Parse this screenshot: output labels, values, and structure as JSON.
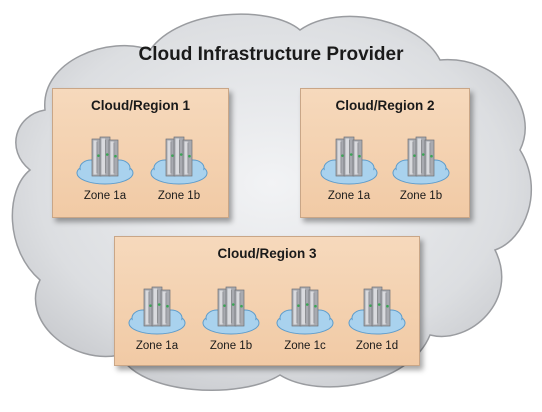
{
  "diagram": {
    "title": "Cloud Infrastructure Provider",
    "regions": [
      {
        "title": "Cloud/Region 1",
        "zones": [
          "Zone 1a",
          "Zone 1b"
        ]
      },
      {
        "title": "Cloud/Region 2",
        "zones": [
          "Zone 1a",
          "Zone 1b"
        ]
      },
      {
        "title": "Cloud/Region 3",
        "zones": [
          "Zone 1a",
          "Zone 1b",
          "Zone 1c",
          "Zone 1d"
        ]
      }
    ]
  },
  "colors": {
    "cloud_fill": "#d4d6da",
    "region_fill": "#f3d2b2",
    "zone_cloud": "#a9d2ee",
    "server": "#a8aab0",
    "server_light": "#e2e3e6",
    "server_led": "#3aa655"
  },
  "icons": {
    "zone": "server-cluster-icon",
    "background": "cloud-shape"
  }
}
